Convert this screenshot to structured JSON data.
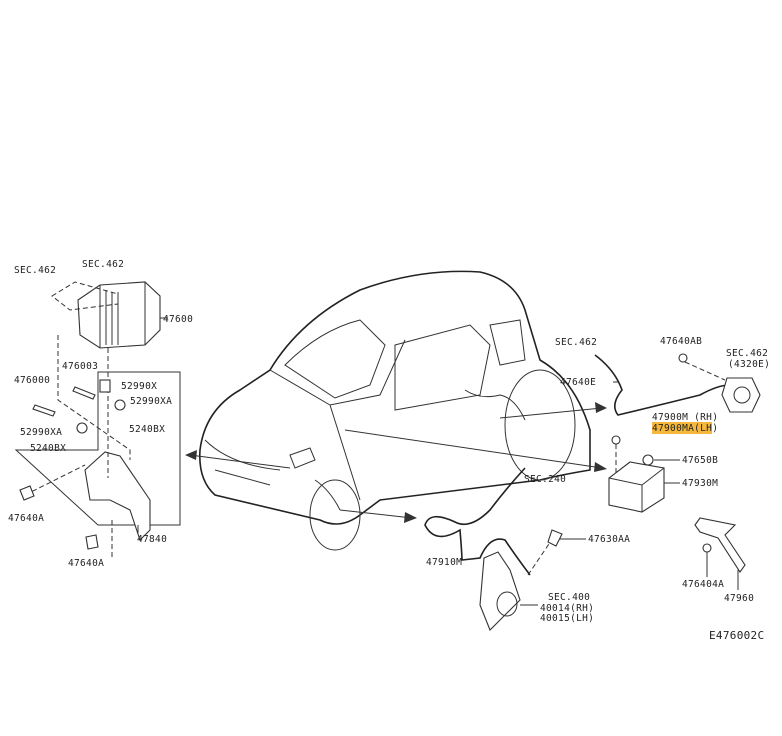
{
  "diagram": {
    "figure_code": "E476002C",
    "highlight_color": "#f5b83a",
    "labels": {
      "sec462_a": "SEC.462",
      "sec462_b": "SEC.462",
      "p47600": "47600",
      "p476003": "476003",
      "p476000": "476000",
      "p52990x": "52990X",
      "p52990xa_a": "52990XA",
      "p52990xa_b": "52990XA",
      "p5240bx_a": "5240BX",
      "p5240bx_b": "5240BX",
      "p47640a_a": "47640A",
      "p47640a_b": "47640A",
      "p47840": "47840",
      "sec462_c": "SEC.462",
      "p47640ab": "47640AB",
      "sec462_d": "SEC.462",
      "p4320e": "(4320E)",
      "p47640e": "47640E",
      "p47900m": "47900M (RH)",
      "p47900ma": "47900MA(LH)",
      "p47650b": "47650B",
      "p47930m": "47930M",
      "sec240": "SEC.240",
      "p47630aa": "47630AA",
      "p47910m": "47910M",
      "sec400": "SEC.400",
      "p40014": "40014(RH)",
      "p40015": "40015(LH)",
      "p476404a": "476404A",
      "p47960": "47960"
    }
  }
}
